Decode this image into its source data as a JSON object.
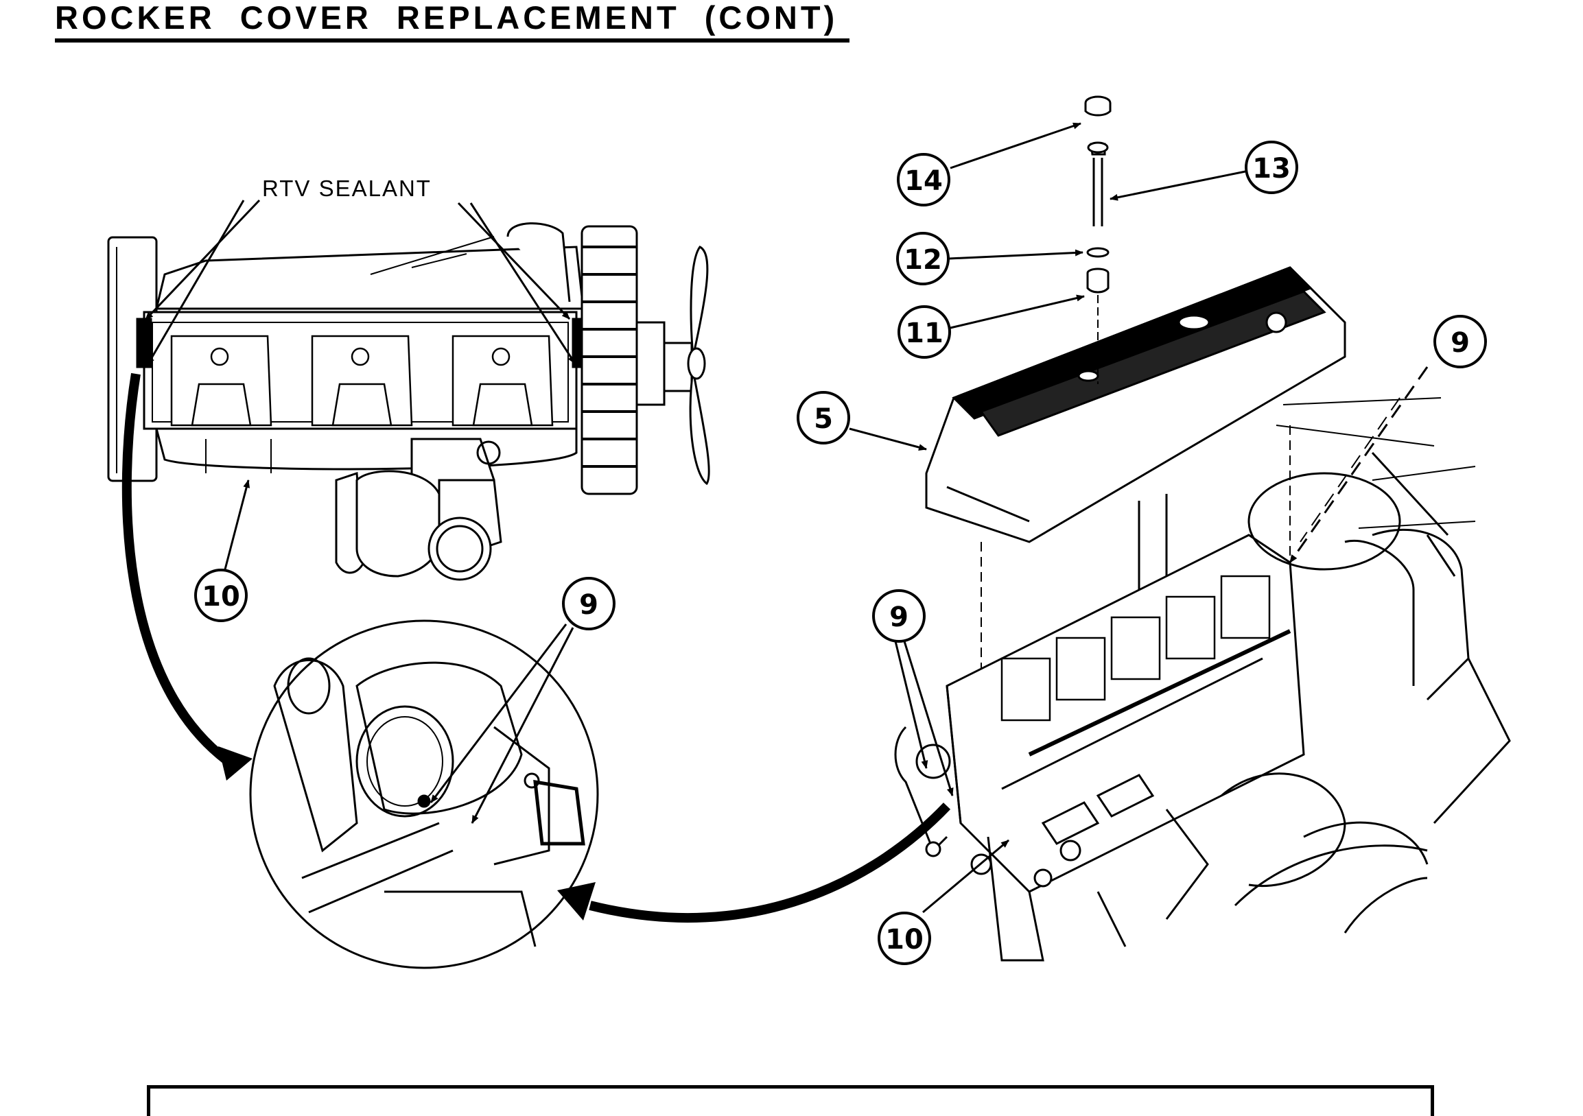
{
  "header": {
    "title": "ROCKER COVER REPLACEMENT (CONT)"
  },
  "labels": {
    "rtv_sealant": "RTV SEALANT"
  },
  "callouts": {
    "c14": "14",
    "c13": "13",
    "c12": "12",
    "c11": "11",
    "c5": "5",
    "c9_right": "9",
    "c9_detail": "9",
    "c9_mid": "9",
    "c10_left": "10",
    "c10_right": "10"
  }
}
